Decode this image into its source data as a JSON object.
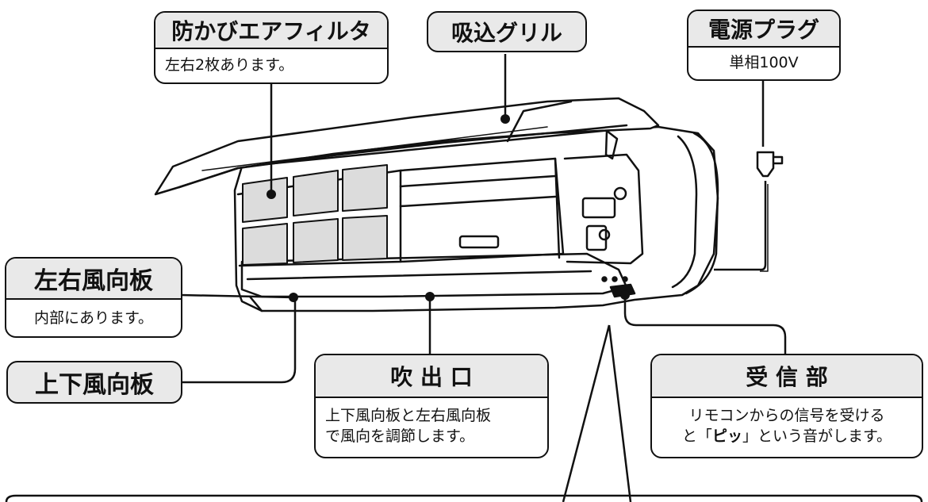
{
  "callouts": {
    "filter": {
      "title": "防かびエアフィルタ",
      "desc": "左右2枚あります。"
    },
    "grille": {
      "title": "吸込グリル"
    },
    "plug": {
      "title": "電源プラグ",
      "desc": "単相100V"
    },
    "lr_vane": {
      "title": "左右風向板",
      "desc": "内部にあります。"
    },
    "ud_vane": {
      "title": "上下風向板"
    },
    "outlet": {
      "title": "吹 出 口",
      "desc_line1": "上下風向板と左右風向板",
      "desc_line2": "で風向を調節します。"
    },
    "receiver": {
      "title": "受 信 部",
      "desc_line1": "リモコンからの信号を受ける",
      "desc_line2_pre": "と「",
      "desc_line2_bold": "ピッ",
      "desc_line2_post": "」という音がします。"
    }
  },
  "colors": {
    "line": "#111111",
    "header_fill": "#e9e9e9",
    "filter_fill": "#dcdcdc",
    "body_fill": "#ffffff"
  }
}
